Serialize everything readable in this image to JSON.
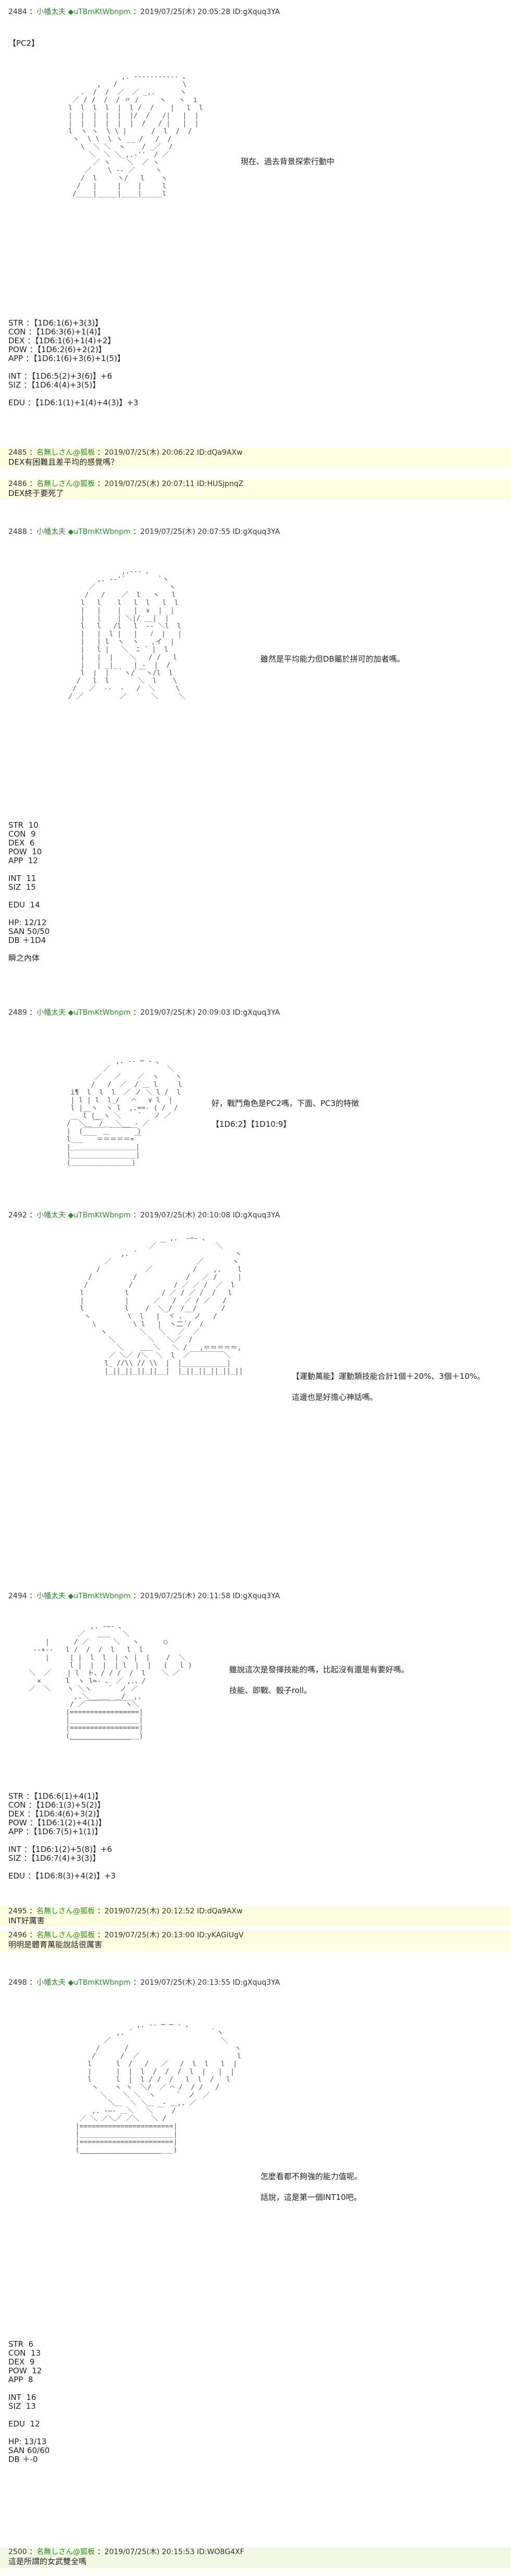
{
  "posts": [
    {
      "num": "2484",
      "name": "小幡太夫",
      "trip": "◆uTBmKtWbnpm",
      "meta": "2019/07/25(木) 20:05:28 ID:gXquq3YA",
      "body": "【PC2】",
      "note": "現在、過去背景探索行動中",
      "stats": "STR ：【1D6:1(6)+3(3)】\nCON ：【1D6:3(6)+1(4)】\nDEX ：【1D6:1(6)+1(4)+2】\nPOW ：【1D6:2(6)+2(2)】\nAPP ：【1D6:1(6)+3(6)+1(5)】\n\nINT ：【1D6:5(2)+3(6)】+6\nSIZ ：【1D6:4(4)+3(5)】\n\nEDU ：【1D6:1(1)+1(4)+4(3)】+3"
    },
    {
      "num": "2485",
      "name": "名無しさん@狐板",
      "meta": "2019/07/25(木) 20:06:22 ID:dQa9AXw",
      "body": "DEX有困難且差平均的感覺嗎？"
    },
    {
      "num": "2486",
      "name": "名無しさん@狐板",
      "meta": "2019/07/25(木) 20:07:11 ID:HUSjpnqZ",
      "body": "DEX終于要死了"
    },
    {
      "num": "2488",
      "name": "小幡太夫",
      "trip": "◆uTBmKtWbnpm",
      "meta": "2019/07/25(木) 20:07:55 ID:gXquq3YA",
      "note": "雖然是平均能力但DB屬於拼可的加者嗎。",
      "stats": "STR  10\nCON  9\nDEX  6\nPOW  10\nAPP  12\n\nINT  11\nSIZ  15\n\nEDU  14\n\nHP: 12/12\nSAN 50/50\nDB ＋1D4\n\n瞬之內体"
    },
    {
      "num": "2489",
      "name": "小幡太夫",
      "trip": "◆uTBmKtWbnpm",
      "meta": "2019/07/25(木) 20:09:03 ID:gXquq3YA",
      "note": "好，戰鬥角色是PC2嗎，下面、PC3的特徴\n\n【1D6:2】【1D10:9】"
    },
    {
      "num": "2492",
      "name": "小幡太夫",
      "trip": "◆uTBmKtWbnpm",
      "meta": "2019/07/25(木) 20:10:08 ID:gXquq3YA",
      "note": "【運動萬能】運動類技能合計1個＋20%、3個＋10%。\n\n這邊也是好擔心神話嗎。"
    },
    {
      "num": "2494",
      "name": "小幡太夫",
      "trip": "◆uTBmKtWbnpm",
      "meta": "2019/07/25(木) 20:11:58 ID:gXquq3YA",
      "note": "雖說這次是發揮技能的嗎，比起沒有還是有要好嗎。\n\n技能、即戰、骰子roll。",
      "stats": "STR ：【1D6:6(1)+4(1)】\nCON ：【1D6:1(3)+5(2)】\nDEX ：【1D6:4(6)+3(2)】\nPOW ：【1D6:1(2)+4(1)】\nAPP ：【1D6:7(5)+1(1)】\n\nINT ：【1D6:1(2)+5(8)】+6\nSIZ ：【1D6:7(4)+3(3)】\n\nEDU ：【1D6:8(3)+4(2)】+3"
    },
    {
      "num": "2495",
      "name": "名無しさん@狐板",
      "meta": "2019/07/25(木) 20:12:52 ID:dQa9AXw",
      "body": "INT好厲害"
    },
    {
      "num": "2496",
      "name": "名無しさん@狐板",
      "meta": "2019/07/25(木) 20:13:00 ID:yKAGiUgV",
      "body": "明明是體育萬能說話很厲害"
    },
    {
      "num": "2498",
      "name": "小幡太夫",
      "trip": "◆uTBmKtWbnpm",
      "meta": "2019/07/25(木) 20:13:55 ID:gXquq3YA",
      "note": "怎麼看都不夠強的能力值呢。\n\n話說，這是第一個INT10吧。",
      "stats": "STR  6\nCON  13\nDEX  9\nPOW  12\nAPP  8\n\nINT  16\nSIZ  13\n\nEDU  12\n\nHP: 13/13\nSAN 60/60\nDB ＋-0"
    },
    {
      "num": "2500",
      "name": "名無しさん@狐板",
      "meta": "2019/07/25(木) 20:15:53 ID:WO8G4XF",
      "body": "這是所謂的女武雙全嗎"
    }
  ]
}
